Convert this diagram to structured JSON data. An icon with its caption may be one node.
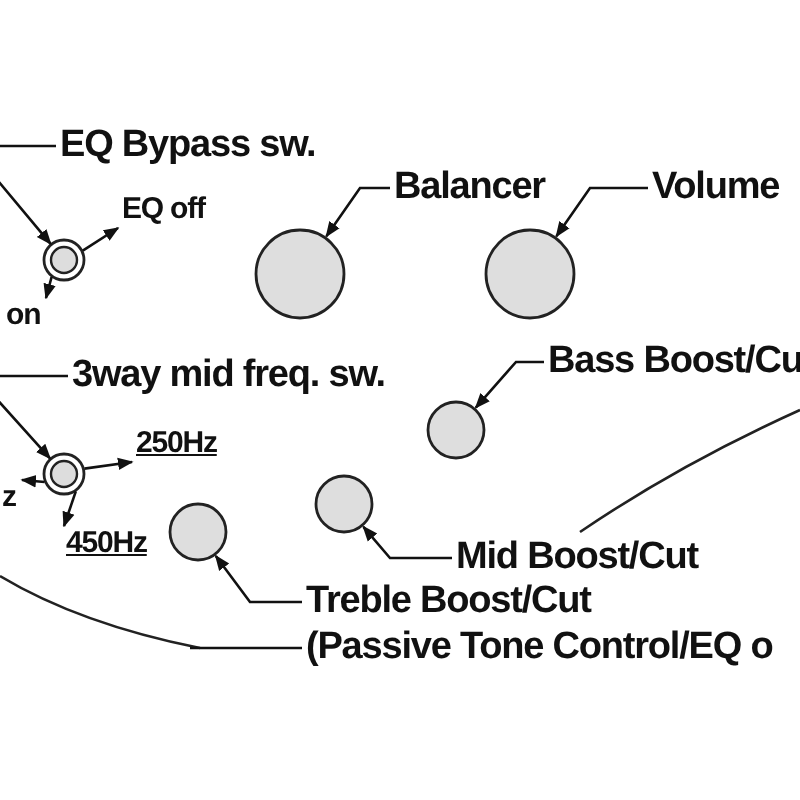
{
  "diagram": {
    "nodes": [
      {
        "text": [
          "EQ Bypass sw."
        ]
      },
      {
        "text": [],
        "shape": "circle"
      },
      {
        "text": [
          "EQ off"
        ]
      },
      {
        "text": [
          "on"
        ]
      },
      {
        "text": [
          "Balancer"
        ]
      },
      {
        "text": [],
        "shape": "circle"
      },
      {
        "text": [
          "Volume"
        ]
      },
      {
        "text": [],
        "shape": "circle"
      },
      {
        "text": [
          "3way mid freq. sw."
        ]
      },
      {
        "text": [],
        "shape": "circle"
      },
      {
        "text": [
          "250Hz"
        ]
      },
      {
        "text": [
          "z"
        ]
      },
      {
        "text": [
          "450Hz"
        ]
      },
      {
        "text": [
          "Bass Boost/Cu"
        ]
      },
      {
        "text": [],
        "shape": "circle"
      },
      {
        "text": [
          "Mid Boost/Cut"
        ]
      },
      {
        "text": [],
        "shape": "circle"
      },
      {
        "text": [
          "Treble Boost/Cut"
        ]
      },
      {
        "text": [],
        "shape": "circle"
      },
      {
        "text": [
          "(Passive Tone Control/EQ o"
        ]
      }
    ],
    "edges": [
      {
        "from": 0,
        "to": 1,
        "arrow": "to"
      },
      {
        "from": 1,
        "to": 2,
        "arrow": "to"
      },
      {
        "from": 1,
        "to": 3,
        "arrow": "to"
      },
      {
        "from": 4,
        "to": 5,
        "arrow": "to"
      },
      {
        "from": 6,
        "to": 7,
        "arrow": "to"
      },
      {
        "from": 8,
        "to": 9,
        "arrow": "to"
      },
      {
        "from": 9,
        "to": 10,
        "arrow": "to"
      },
      {
        "from": 9,
        "to": 11,
        "arrow": "to"
      },
      {
        "from": 9,
        "to": 12,
        "arrow": "to"
      },
      {
        "from": 13,
        "to": 14,
        "arrow": "to"
      },
      {
        "from": 15,
        "to": 16,
        "arrow": "to"
      },
      {
        "from": 17,
        "to": 18,
        "arrow": "to"
      },
      {
        "from": 19,
        "to": null,
        "arrow": "none"
      }
    ]
  }
}
